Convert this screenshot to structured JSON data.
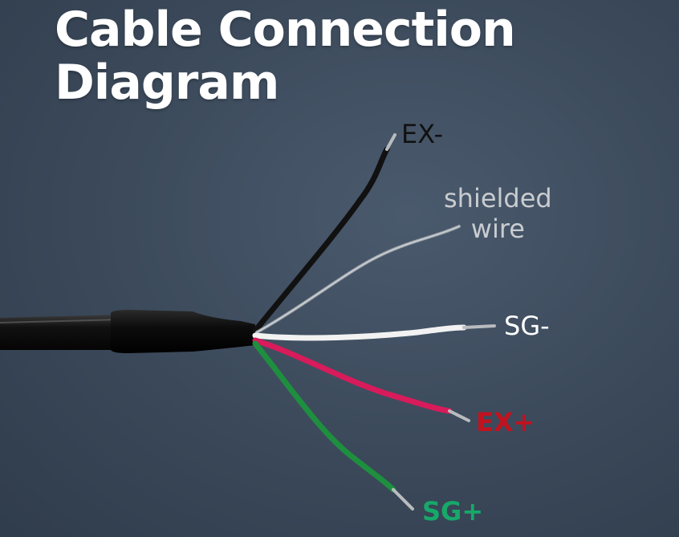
{
  "title": {
    "line1": "Cable Connection",
    "line2": "Diagram"
  },
  "labels": {
    "ex_minus": "EX-",
    "shield_line1": "shielded",
    "shield_line2": "wire",
    "sg_minus": "SG-",
    "ex_plus": "EX+",
    "sg_plus": "SG+"
  },
  "colors": {
    "background": "#3a4859",
    "ex_minus_wire": "#111111",
    "shield_wire": "#9aa1a8",
    "sg_minus_wire": "#f2f2f2",
    "ex_plus_wire": "#d81b5a",
    "sg_plus_wire": "#1e8f3e",
    "ex_plus_label": "#c1121f",
    "sg_plus_label": "#17a86a"
  }
}
